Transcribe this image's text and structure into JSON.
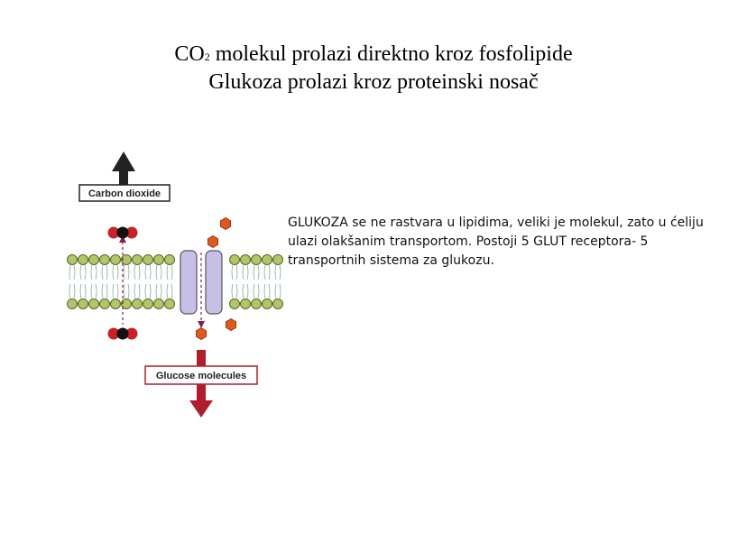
{
  "title": {
    "line1_prefix": "CO",
    "line1_subscript": "2",
    "line1_suffix": " molekul prolazi direktno kroz fosfolipide",
    "line2": "Glukoza prolazi kroz proteinski nosač"
  },
  "note": {
    "text": "GLUKOZA se ne rastvara u lipidima, veliki je molekul, zato u ćeliju ulazi olakšanim transportom. Postoji 5 GLUT receptora- 5 transportnih sistema za glukozu."
  },
  "diagram": {
    "carbon_dioxide_label": "Carbon dioxide",
    "glucose_label": "Glucose molecules"
  },
  "colors": {
    "arrow_dark": "#222222",
    "arrow_red": "#b11e2b",
    "lipid_head": "#b3c46a",
    "channel": "#c8bfe6",
    "glucose": "#e0581c",
    "oxygen": "#cc2027"
  }
}
